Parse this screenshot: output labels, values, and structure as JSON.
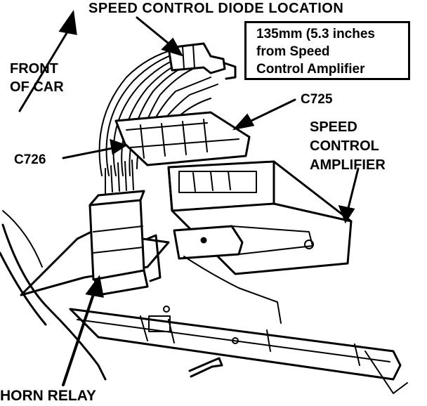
{
  "diagram": {
    "title": "SPEED CONTROL DIODE LOCATION",
    "note_lines": [
      "135mm (5.3 inches",
      "from Speed",
      "Control Amplifier"
    ],
    "front_label_lines": [
      "FRONT",
      "OF CAR"
    ],
    "connector_c725": "C725",
    "amplifier_label_lines": [
      "SPEED",
      "CONTROL",
      "AMPLIFIER"
    ],
    "connector_c726": "C726",
    "horn_relay": "HORN RELAY"
  }
}
